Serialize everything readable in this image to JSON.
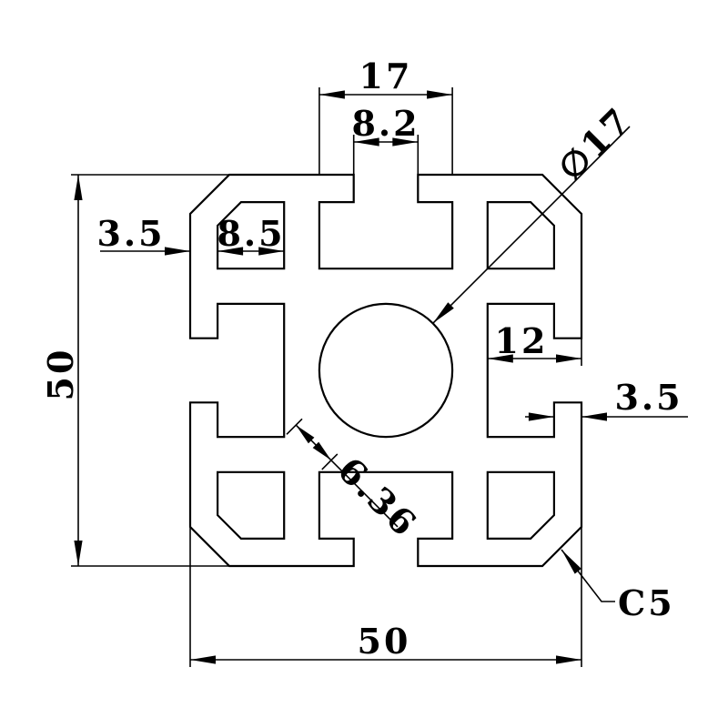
{
  "drawing": {
    "colors": {
      "line": "#000000",
      "background": "#ffffff"
    },
    "labels": {
      "top_slot_width": "17",
      "top_slot_opening": "8.2",
      "center_bore": "∅17",
      "left_wall_thickness": "3.5",
      "corner_pocket_width": "8.5",
      "side_slot_depth": "12",
      "right_wall_thickness": "3.5",
      "overall_height": "50",
      "overall_width": "50",
      "web_thickness": "6.36",
      "corner_chamfer": "C5"
    }
  }
}
